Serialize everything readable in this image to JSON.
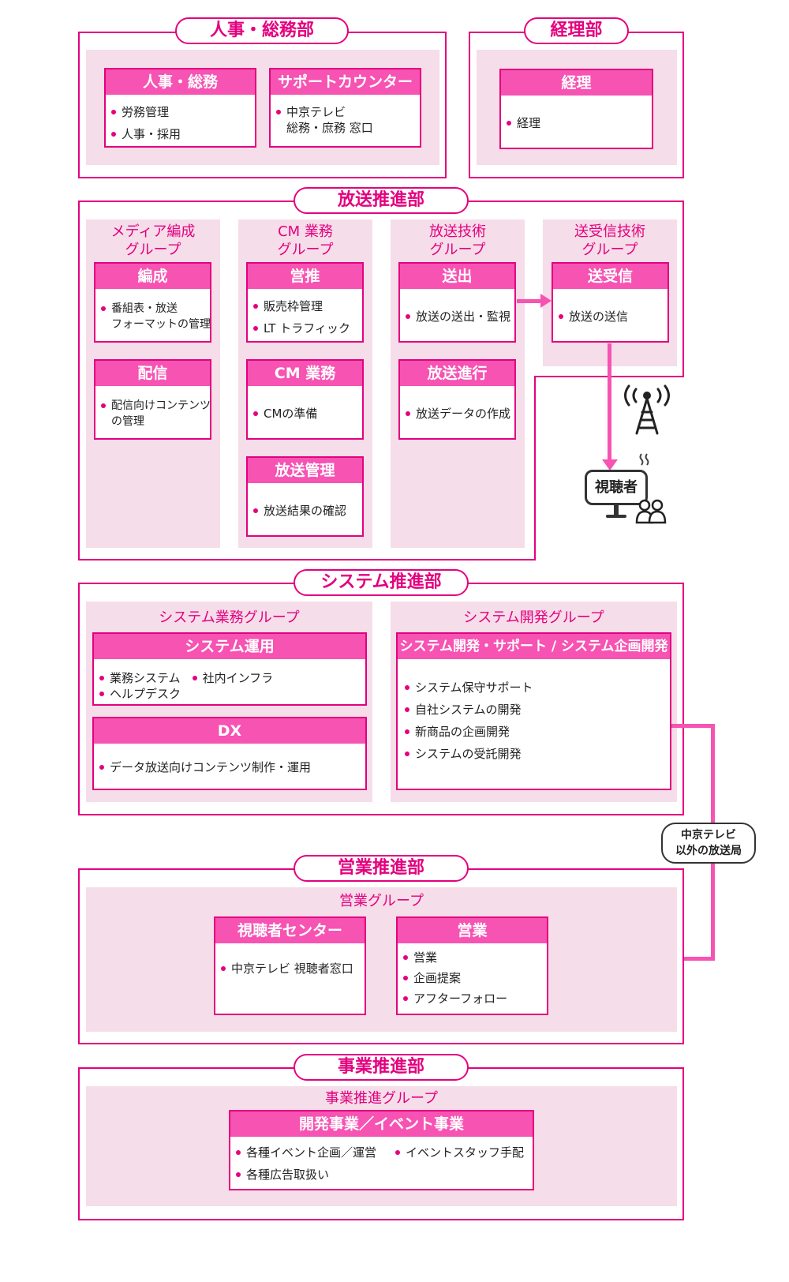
{
  "jinji": {
    "title": "人事・総務部",
    "cards": [
      {
        "head": "人事・総務",
        "items": [
          "労務管理",
          "人事・採用"
        ]
      },
      {
        "head": "サポートカウンター",
        "item_line1": "中京テレビ",
        "item_line2": "総務・庶務 窓口"
      }
    ]
  },
  "keiri": {
    "title": "経理部",
    "card": {
      "head": "経理",
      "items": [
        "経理"
      ]
    }
  },
  "housou": {
    "title": "放送推進部",
    "groups": [
      {
        "label_line1": "メディア編成",
        "label_line2": "グループ"
      },
      {
        "label_line1": "CM 業務",
        "label_line2": "グループ"
      },
      {
        "label_line1": "放送技術",
        "label_line2": "グループ"
      },
      {
        "label_line1": "送受信技術",
        "label_line2": "グループ"
      }
    ],
    "cards": {
      "hensei": {
        "head": "編成",
        "item_line1": "番組表・放送",
        "item_line2": "フォーマットの管理"
      },
      "haishin": {
        "head": "配信",
        "item_line1": "配信向けコンテンツ",
        "item_line2": "の管理"
      },
      "eisui": {
        "head": "営推",
        "items": [
          "販売枠管理",
          "LT トラフィック"
        ]
      },
      "cm": {
        "head": "CM 業務",
        "items": [
          "CMの準備"
        ]
      },
      "kanri": {
        "head": "放送管理",
        "items": [
          "放送結果の確認"
        ]
      },
      "soushutsu": {
        "head": "送出",
        "items": [
          "放送の送出・監視"
        ]
      },
      "shinkou": {
        "head": "放送進行",
        "items": [
          "放送データの作成"
        ]
      },
      "soujushin": {
        "head": "送受信",
        "items": [
          "放送の送信"
        ]
      }
    },
    "viewer": "視聴者"
  },
  "system": {
    "title": "システム推進部",
    "groups": [
      {
        "label": "システム業務グループ"
      },
      {
        "label": "システム開発グループ"
      }
    ],
    "cards": {
      "unyou": {
        "head": "システム運用",
        "items": [
          "業務システム",
          "社内インフラ",
          "ヘルプデスク"
        ]
      },
      "dx": {
        "head": "DX",
        "items": [
          "データ放送向けコンテンツ制作・運用"
        ]
      },
      "kaihatsu": {
        "head": "システム開発・サポート / システム企画開発",
        "items": [
          "システム保守サポート",
          "自社システムの開発",
          "新商品の企画開発",
          "システムの受託開発"
        ]
      }
    },
    "callout_line1": "中京テレビ",
    "callout_line2": "以外の放送局"
  },
  "eigyou": {
    "title": "営業推進部",
    "group": "営業グループ",
    "cards": {
      "center": {
        "head": "視聴者センター",
        "items": [
          "中京テレビ 視聴者窓口"
        ]
      },
      "sales": {
        "head": "営業",
        "items": [
          "営業",
          "企画提案",
          "アフターフォロー"
        ]
      }
    }
  },
  "jigyou": {
    "title": "事業推進部",
    "group": "事業推進グループ",
    "card": {
      "head": "開発事業／イベント事業",
      "items": [
        "各種イベント企画／運営",
        "イベントスタッフ手配",
        "各種広告取扱い"
      ]
    }
  },
  "colors": {
    "accent": "#e4007f",
    "header": "#f653b3",
    "panel": "#f5dde9",
    "text": "#222222"
  },
  "icons": [
    "broadcast-tower-icon",
    "signal-wave-icon",
    "tv-monitor-icon",
    "people-icon"
  ]
}
